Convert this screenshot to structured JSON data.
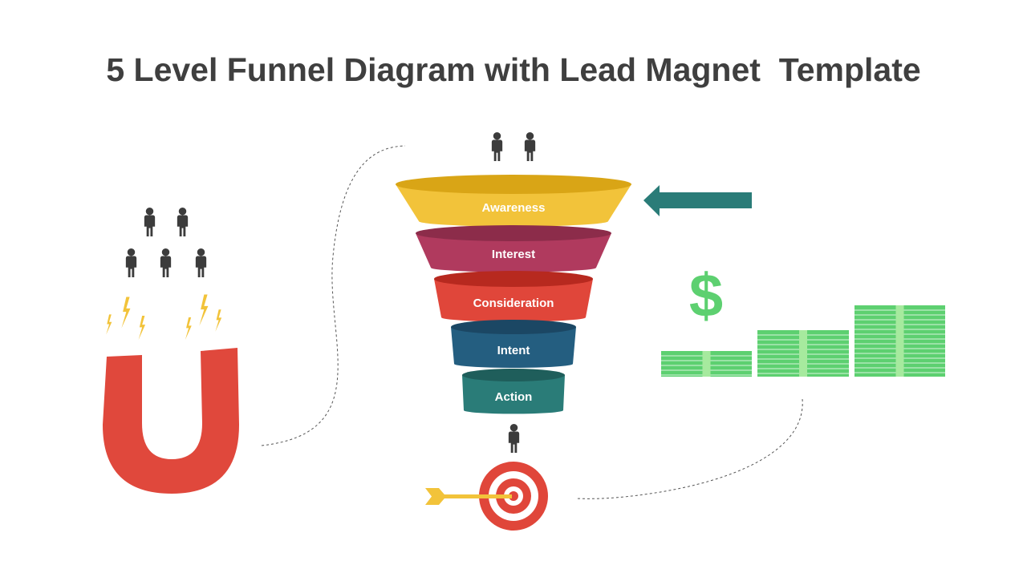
{
  "title": "5 Level Funnel Diagram with Lead Magnet  Template",
  "funnel": {
    "levels": [
      {
        "label": "Awareness",
        "color": "#f2c33a",
        "top_color": "#d9a516"
      },
      {
        "label": "Interest",
        "color": "#b03a5e",
        "top_color": "#8c2c4a"
      },
      {
        "label": "Consideration",
        "color": "#e0463a",
        "top_color": "#b7291f"
      },
      {
        "label": "Intent",
        "color": "#245e80",
        "top_color": "#1b4764"
      },
      {
        "label": "Action",
        "color": "#2a7c78",
        "top_color": "#1f5e5b"
      }
    ]
  },
  "colors": {
    "person": "#3c3c3c",
    "magnet": "#e0483c",
    "lightning": "#f2c33a",
    "arrow": "#2a7c78",
    "money": "#5dd070",
    "money_band": "#a6ea9e",
    "target": "#e0463a",
    "dart": "#f2c33a",
    "dashed_line": "#555555"
  },
  "icons": {
    "person": "person-icon",
    "magnet": "magnet-icon",
    "lightning": "lightning-icon",
    "arrow": "arrow-left-icon",
    "dollar": "dollar-sign-icon",
    "money": "money-stack-icon",
    "target": "target-icon",
    "dart": "dart-icon"
  },
  "dollar_symbol": "$"
}
